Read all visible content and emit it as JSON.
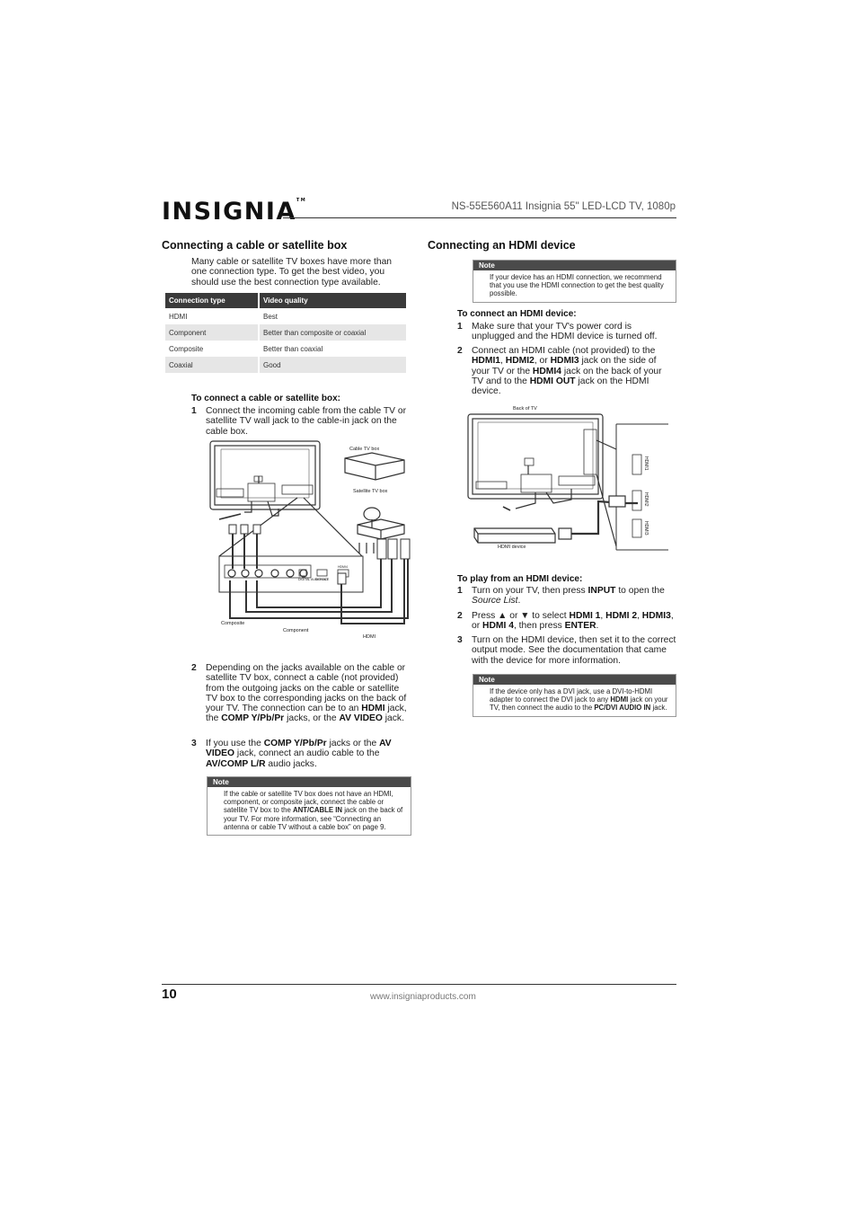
{
  "header": {
    "logo": "INSIGNIA",
    "logo_tm": "TM",
    "product_title": "NS-55E560A11 Insignia 55\" LED-LCD TV, 1080p"
  },
  "left": {
    "heading": "Connecting a cable or satellite box",
    "intro": "Many cable or satellite TV boxes have more than one connection type. To get the best video, you should use the best connection type available.",
    "table": {
      "headers": [
        "Connection type",
        "Video quality"
      ],
      "rows": [
        [
          "HDMI",
          "Best"
        ],
        [
          "Component",
          "Better than composite or coaxial"
        ],
        [
          "Composite",
          "Better than coaxial"
        ],
        [
          "Coaxial",
          "Good"
        ]
      ]
    },
    "procedure_title": "To connect a cable or satellite box:",
    "step1_num": "1",
    "step1": "Connect the incoming cable from the cable TV or satellite TV wall jack to the cable-in jack on the cable box.",
    "diagram": {
      "cable_box": "Cable TV box",
      "satellite_box": "Satellite TV box",
      "composite": "Composite",
      "component": "Component",
      "hdmi": "HDMI",
      "panel_digital": "DIGITAL AUDIO OUT",
      "panel_service": "SERVICE",
      "panel_hdmi": "HDMI4"
    },
    "step2_num": "2",
    "step3_num": "3",
    "note_label": "Note"
  },
  "right": {
    "heading": "Connecting an HDMI device",
    "note1_label": "Note",
    "note1": "If your device has an HDMI connection, we recommend that you use the HDMI connection to get the best quality possible.",
    "procedure1_title": "To connect an HDMI device:",
    "step1_num": "1",
    "step1": "Make sure that your TV's power cord is unplugged and the HDMI device is turned off.",
    "step2_num": "2",
    "diagram": {
      "back_of_tv": "Back of TV",
      "hdmi_device": "HDMI device",
      "hdmi1": "HDMI1",
      "hdmi2": "HDMI2",
      "hdmi3": "HDMI3"
    },
    "procedure2_title": "To play from an HDMI device:",
    "play1_num": "1",
    "play2_num": "2",
    "play3_num": "3",
    "play3": "Turn on the HDMI device, then set it to the correct output mode. See the documentation that came with the device for more information.",
    "note2_label": "Note"
  },
  "footer": {
    "page_number": "10",
    "url": "www.insigniaproducts.com"
  }
}
